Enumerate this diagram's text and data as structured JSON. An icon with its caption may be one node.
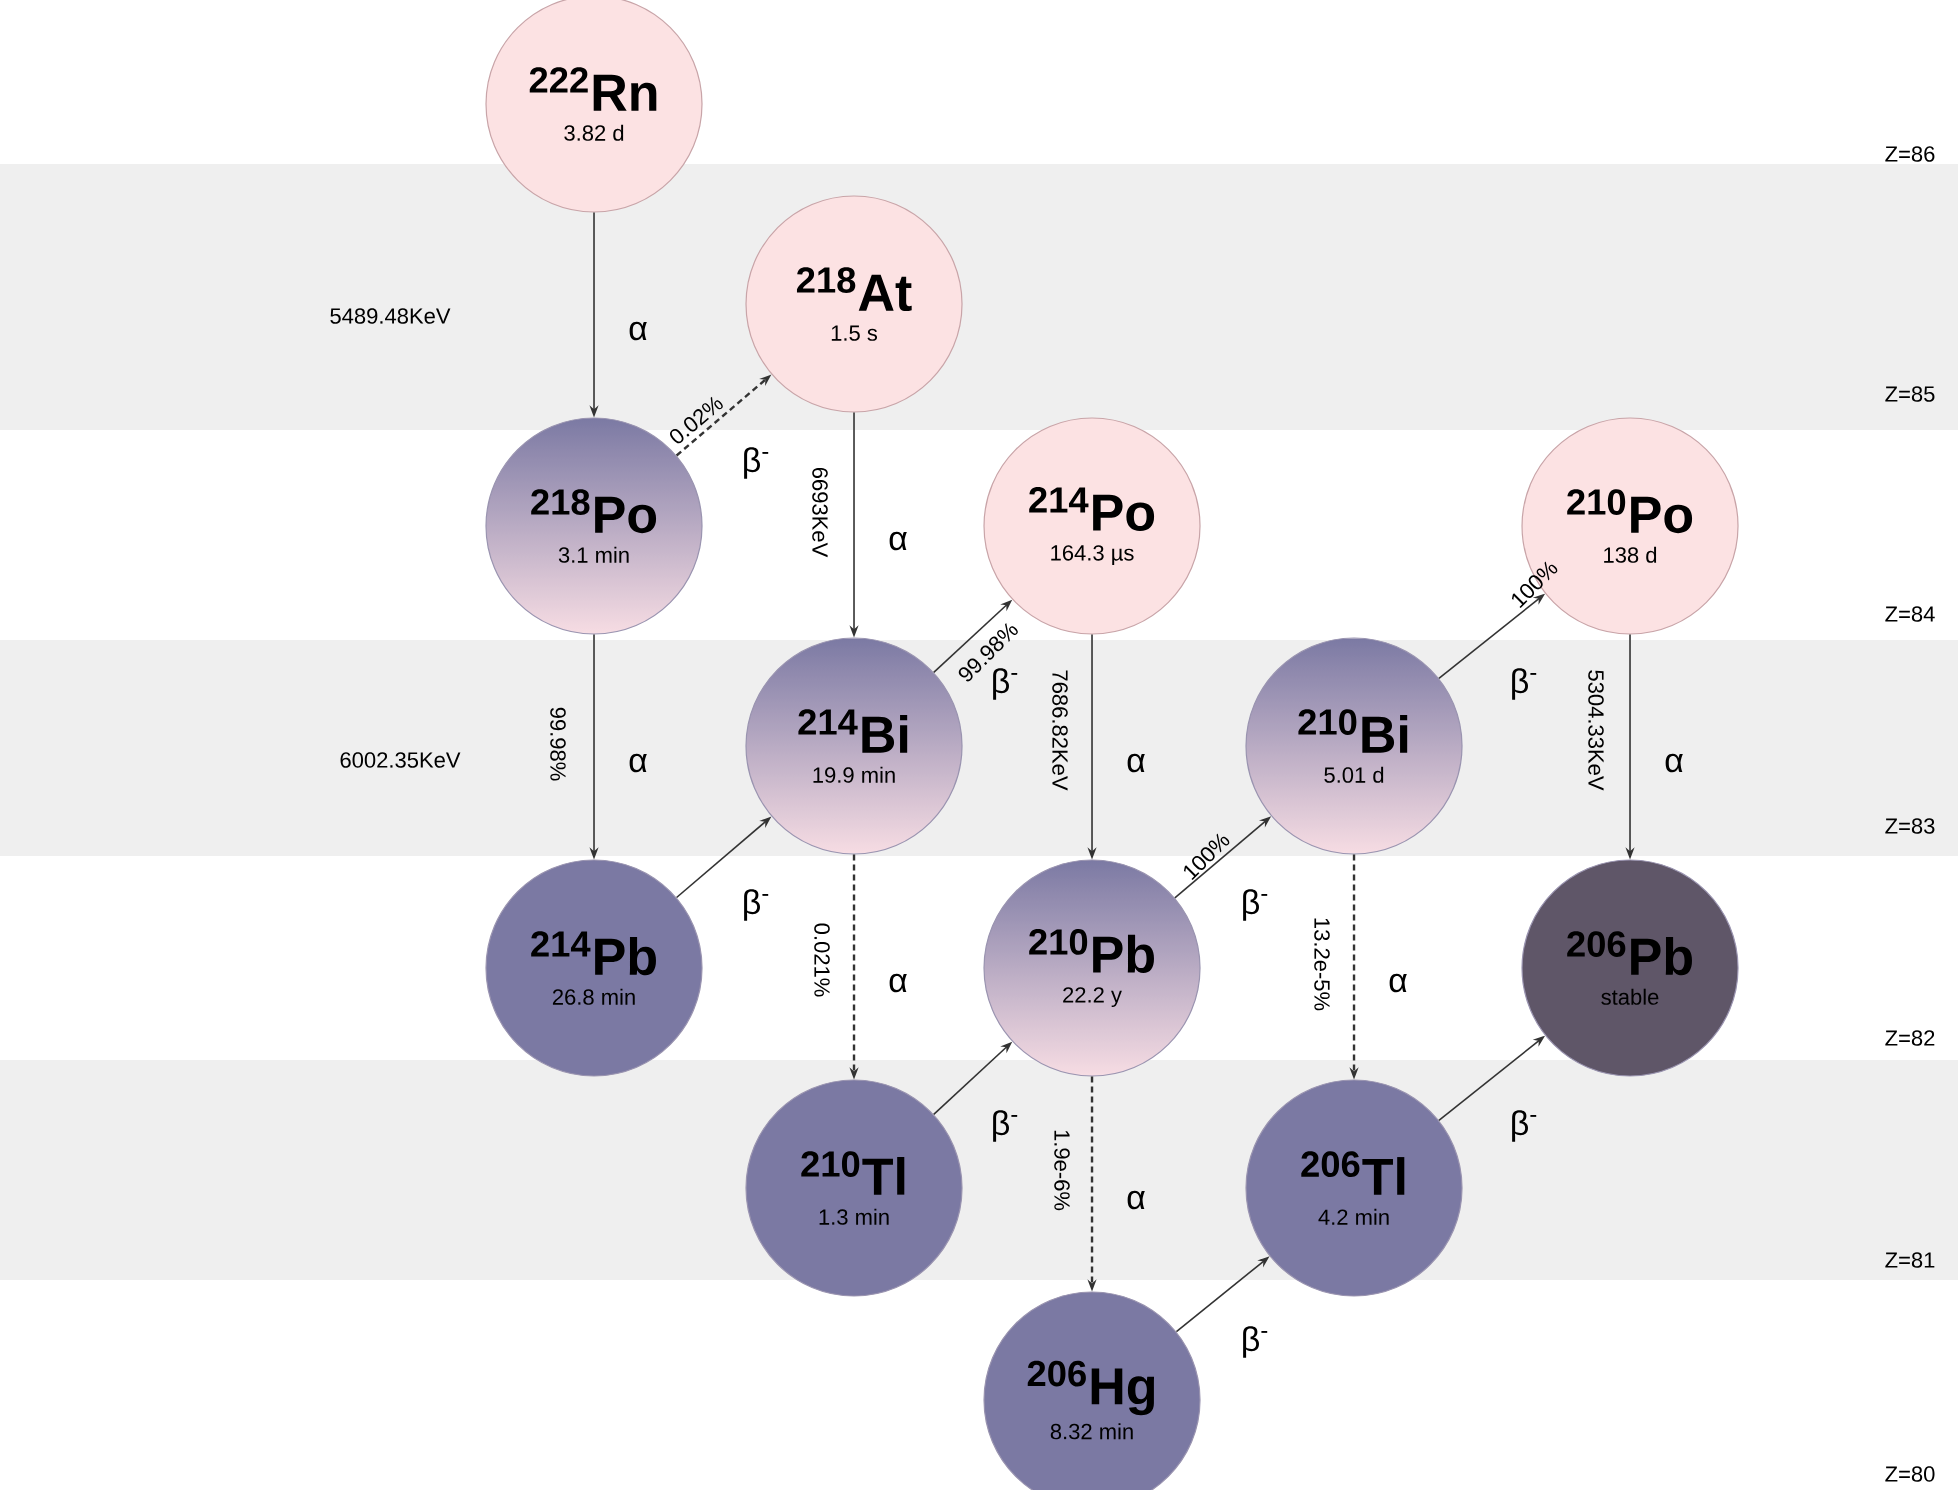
{
  "diagram": {
    "nodes": [
      {
        "text": [
          "$^{222}$Rn",
          "3.82 d"
        ]
      },
      {
        "text": [
          "$^{218}$At",
          "1.5 s"
        ]
      },
      {
        "text": [
          "$^{218}$Po",
          "3.1 min"
        ]
      },
      {
        "text": [
          "$^{214}$Po",
          "164.3 µs"
        ]
      },
      {
        "text": [
          "$^{210}$Po",
          "138 d"
        ]
      },
      {
        "text": [
          "$^{214}$Bi",
          "19.9 min"
        ]
      },
      {
        "text": [
          "$^{210}$Bi",
          "5.01 d"
        ]
      },
      {
        "text": [
          "$^{214}$Pb",
          "26.8 min"
        ]
      },
      {
        "text": [
          "$^{210}$Pb",
          "22.2 y"
        ]
      },
      {
        "text": [
          "$^{206}$Pb",
          "stable"
        ]
      },
      {
        "text": [
          "$^{210}$Tl",
          "1.3 min"
        ]
      },
      {
        "text": [
          "$^{206}$Tl",
          "4.2 min"
        ]
      },
      {
        "text": [
          "$^{206}$Hg",
          "8.32 min"
        ]
      }
    ],
    "edges": [
      {
        "from": 0,
        "to": 2,
        "arrow": "to",
        "label": "α"
      },
      {
        "from": 2,
        "to": 1,
        "arrow": "to",
        "label": "β$^{-}$",
        "style": "dashed"
      },
      {
        "from": 2,
        "to": 7,
        "arrow": "to",
        "label": "α"
      },
      {
        "from": 1,
        "to": 5,
        "arrow": "to",
        "label": "α"
      },
      {
        "from": 7,
        "to": 5,
        "arrow": "to",
        "label": "β$^{-}$"
      },
      {
        "from": 5,
        "to": 3,
        "arrow": "to",
        "label": "β$^{-}$"
      },
      {
        "from": 5,
        "to": 10,
        "arrow": "to",
        "label": "α",
        "style": "dashed"
      },
      {
        "from": 3,
        "to": 8,
        "arrow": "to",
        "label": "α"
      },
      {
        "from": 10,
        "to": 8,
        "arrow": "to",
        "label": "β$^{-}$"
      },
      {
        "from": 8,
        "to": 6,
        "arrow": "to",
        "label": "β$^{-}$"
      },
      {
        "from": 8,
        "to": 12,
        "arrow": "to",
        "label": "α",
        "style": "dashed"
      },
      {
        "from": 6,
        "to": 4,
        "arrow": "to",
        "label": "β$^{-}$"
      },
      {
        "from": 6,
        "to": 11,
        "arrow": "to",
        "label": "α",
        "style": "dashed"
      },
      {
        "from": 4,
        "to": 9,
        "arrow": "to",
        "label": "α"
      },
      {
        "from": 12,
        "to": 11,
        "arrow": "to",
        "label": "β$^{-}$"
      },
      {
        "from": 11,
        "to": 9,
        "arrow": "to",
        "label": "β$^{-}$"
      }
    ],
    "labels": [
      "Z=86",
      "5489.48KeV",
      "Z=85",
      "0.02%",
      "6693KeV",
      "99.98%",
      "Z=84",
      "100%",
      "6002.35KeV",
      "99.98%",
      "7686.82KeV",
      "5304.33KeV",
      "Z=83",
      "100%",
      "0.021%",
      "13.2e-5%",
      "Z=82",
      "1.9e-6%",
      "Z=81",
      "Z=80"
    ]
  }
}
